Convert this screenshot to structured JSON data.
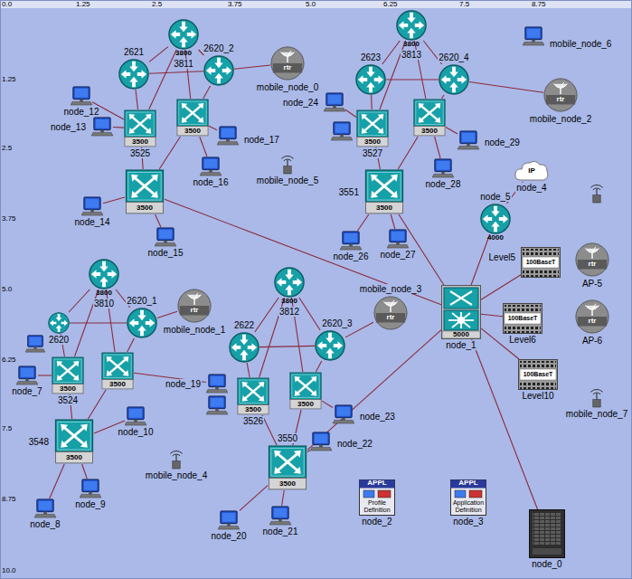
{
  "diagram": {
    "nodes": [
      {
        "text": [
          "3800",
          "3811"
        ]
      },
      {
        "text": [
          "2621"
        ]
      },
      {
        "text": [
          "2620_2"
        ]
      },
      {
        "text": [
          "rtr",
          "mobile_node_0"
        ]
      },
      {
        "text": [
          "3800",
          "3813"
        ]
      },
      {
        "text": [
          "2623"
        ]
      },
      {
        "text": [
          "2620_4"
        ]
      },
      {
        "text": [
          "mobile_node_6"
        ]
      },
      {
        "text": [
          "rtr",
          "mobile_node_2"
        ]
      },
      {
        "text": [
          "node_12"
        ]
      },
      {
        "text": [
          "node_13"
        ]
      },
      {
        "text": [
          "3500",
          "3525"
        ]
      },
      {
        "text": [
          "3500"
        ]
      },
      {
        "text": [
          "node_17"
        ]
      },
      {
        "text": [
          "node_24"
        ]
      },
      {
        "text": [
          "3500",
          "3527"
        ]
      },
      {
        "text": [
          "3500"
        ]
      },
      {
        "text": [
          "node_29"
        ]
      },
      {
        "text": [
          "node_16"
        ]
      },
      {
        "text": [
          "mobile_node_5"
        ]
      },
      {
        "text": [
          "node_28"
        ]
      },
      {
        "text": [
          "IP",
          "node_4"
        ]
      },
      {
        "text": [
          "3500"
        ]
      },
      {
        "text": [
          "3551",
          "3500"
        ]
      },
      {
        "text": [
          "node_5",
          "4000"
        ]
      },
      {
        "text": [
          "node_14"
        ]
      },
      {
        "text": [
          "node_15"
        ]
      },
      {
        "text": [
          "node_26"
        ]
      },
      {
        "text": [
          "node_27"
        ]
      },
      {
        "text": [
          "Level5",
          "100BaseT"
        ]
      },
      {
        "text": [
          "rtr",
          "AP-5"
        ]
      },
      {
        "text": [
          "3800",
          "3810"
        ]
      },
      {
        "text": [
          "3800",
          "3812"
        ]
      },
      {
        "text": [
          "2620_1"
        ]
      },
      {
        "text": [
          "2620"
        ]
      },
      {
        "text": [
          "rtr",
          "mobile_node_1"
        ]
      },
      {
        "text": [
          "2622"
        ]
      },
      {
        "text": [
          "2620_3"
        ]
      },
      {
        "text": [
          "mobile_node_3",
          "rtr"
        ]
      },
      {
        "text": [
          "5000",
          "node_1"
        ]
      },
      {
        "text": [
          "100BaseT",
          "Level6"
        ]
      },
      {
        "text": [
          "rtr",
          "AP-6"
        ]
      },
      {
        "text": [
          "node_7"
        ]
      },
      {
        "text": [
          "3500",
          "3524"
        ]
      },
      {
        "text": [
          "3500"
        ]
      },
      {
        "text": [
          "node_19"
        ]
      },
      {
        "text": [
          "3500",
          "3526"
        ]
      },
      {
        "text": [
          "3500"
        ]
      },
      {
        "text": [
          "node_23"
        ]
      },
      {
        "text": [
          "100BaseT",
          "Level10"
        ]
      },
      {
        "text": [
          "mobile_node_7"
        ]
      },
      {
        "text": [
          "node_10"
        ]
      },
      {
        "text": [
          "3548",
          "3500"
        ]
      },
      {
        "text": [
          "node_22"
        ]
      },
      {
        "text": [
          "3550",
          "3500"
        ]
      },
      {
        "text": [
          "mobile_node_4"
        ]
      },
      {
        "text": [
          "node_9"
        ]
      },
      {
        "text": [
          "node_8"
        ]
      },
      {
        "text": [
          "node_20"
        ]
      },
      {
        "text": [
          "node_21"
        ]
      },
      {
        "text": [
          "APPL",
          "Profile Definition",
          "node_2"
        ]
      },
      {
        "text": [
          "APPL",
          "Application Definition",
          "node_3"
        ]
      },
      {
        "text": [
          "node_0"
        ]
      }
    ],
    "edges": [
      {
        "from": 1,
        "to": 0,
        "arrow": "none"
      },
      {
        "from": 0,
        "to": 2,
        "arrow": "none"
      },
      {
        "from": 1,
        "to": 2,
        "arrow": "none"
      },
      {
        "from": 1,
        "to": 11,
        "arrow": "none"
      },
      {
        "from": 0,
        "to": 11,
        "arrow": "none"
      },
      {
        "from": 0,
        "to": 12,
        "arrow": "none"
      },
      {
        "from": 2,
        "to": 12,
        "arrow": "none"
      },
      {
        "from": 2,
        "to": 3,
        "arrow": "none"
      },
      {
        "from": 11,
        "to": 22,
        "arrow": "none"
      },
      {
        "from": 12,
        "to": 22,
        "arrow": "none"
      },
      {
        "from": 9,
        "to": 11,
        "arrow": "none"
      },
      {
        "from": 10,
        "to": 11,
        "arrow": "none"
      },
      {
        "from": 13,
        "to": 12,
        "arrow": "none"
      },
      {
        "from": 18,
        "to": 12,
        "arrow": "none"
      },
      {
        "from": 25,
        "to": 22,
        "arrow": "none"
      },
      {
        "from": 26,
        "to": 22,
        "arrow": "none"
      },
      {
        "from": 22,
        "to": 39,
        "arrow": "none"
      },
      {
        "from": 5,
        "to": 4,
        "arrow": "none"
      },
      {
        "from": 4,
        "to": 6,
        "arrow": "none"
      },
      {
        "from": 5,
        "to": 6,
        "arrow": "none"
      },
      {
        "from": 5,
        "to": 15,
        "arrow": "none"
      },
      {
        "from": 4,
        "to": 15,
        "arrow": "none"
      },
      {
        "from": 4,
        "to": 16,
        "arrow": "none"
      },
      {
        "from": 6,
        "to": 16,
        "arrow": "none"
      },
      {
        "from": 6,
        "to": 8,
        "arrow": "none"
      },
      {
        "from": 15,
        "to": 23,
        "arrow": "none"
      },
      {
        "from": 16,
        "to": 23,
        "arrow": "none"
      },
      {
        "from": 14,
        "to": 15,
        "arrow": "none"
      },
      {
        "from": 17,
        "to": 16,
        "arrow": "none"
      },
      {
        "from": 20,
        "to": 16,
        "arrow": "none"
      },
      {
        "from": 27,
        "to": 23,
        "arrow": "none"
      },
      {
        "from": 28,
        "to": 23,
        "arrow": "none"
      },
      {
        "from": 23,
        "to": 39,
        "arrow": "none"
      },
      {
        "from": 21,
        "to": 24,
        "arrow": "none"
      },
      {
        "from": 24,
        "to": 39,
        "arrow": "none"
      },
      {
        "from": 39,
        "to": 29,
        "arrow": "none"
      },
      {
        "from": 39,
        "to": 40,
        "arrow": "none"
      },
      {
        "from": 39,
        "to": 49,
        "arrow": "none"
      },
      {
        "from": 39,
        "to": 62,
        "arrow": "none"
      },
      {
        "from": 34,
        "to": 31,
        "arrow": "none"
      },
      {
        "from": 31,
        "to": 33,
        "arrow": "none"
      },
      {
        "from": 34,
        "to": 33,
        "arrow": "none"
      },
      {
        "from": 34,
        "to": 43,
        "arrow": "none"
      },
      {
        "from": 31,
        "to": 43,
        "arrow": "none"
      },
      {
        "from": 31,
        "to": 44,
        "arrow": "none"
      },
      {
        "from": 33,
        "to": 44,
        "arrow": "none"
      },
      {
        "from": 33,
        "to": 35,
        "arrow": "none"
      },
      {
        "from": 43,
        "to": 52,
        "arrow": "none"
      },
      {
        "from": 44,
        "to": 52,
        "arrow": "none"
      },
      {
        "from": 42,
        "to": 43,
        "arrow": "none"
      },
      {
        "from": 45,
        "to": 44,
        "arrow": "none"
      },
      {
        "from": 51,
        "to": 52,
        "arrow": "none"
      },
      {
        "from": 56,
        "to": 52,
        "arrow": "none"
      },
      {
        "from": 57,
        "to": 52,
        "arrow": "none"
      },
      {
        "from": 36,
        "to": 32,
        "arrow": "none"
      },
      {
        "from": 32,
        "to": 37,
        "arrow": "none"
      },
      {
        "from": 36,
        "to": 37,
        "arrow": "none"
      },
      {
        "from": 36,
        "to": 46,
        "arrow": "none"
      },
      {
        "from": 32,
        "to": 46,
        "arrow": "none"
      },
      {
        "from": 32,
        "to": 47,
        "arrow": "none"
      },
      {
        "from": 37,
        "to": 47,
        "arrow": "none"
      },
      {
        "from": 37,
        "to": 38,
        "arrow": "none"
      },
      {
        "from": 46,
        "to": 54,
        "arrow": "none"
      },
      {
        "from": 47,
        "to": 54,
        "arrow": "none"
      },
      {
        "from": 48,
        "to": 47,
        "arrow": "none"
      },
      {
        "from": 53,
        "to": 54,
        "arrow": "none"
      },
      {
        "from": 58,
        "to": 54,
        "arrow": "none"
      },
      {
        "from": 59,
        "to": 54,
        "arrow": "none"
      },
      {
        "from": 54,
        "to": 39,
        "arrow": "none"
      }
    ],
    "labels": [
      "0.0",
      "1.25",
      "2.5",
      "3.75",
      "5.0",
      "6.25",
      "7.5",
      "8.75",
      "1.25",
      "2.5",
      "3.75",
      "5.0",
      "6.25",
      "7.5",
      "8.75",
      "10.0"
    ]
  }
}
